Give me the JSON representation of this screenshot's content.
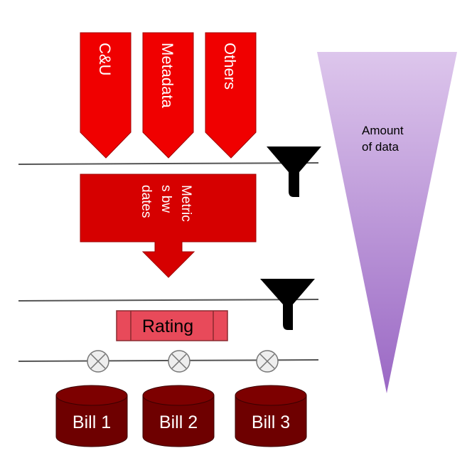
{
  "sources": [
    {
      "label": "C&U"
    },
    {
      "label": "Metadata"
    },
    {
      "label": "Others"
    }
  ],
  "metrics_box": {
    "label_line1": "Metric",
    "label_line2": "s bw",
    "label_line3": "dates"
  },
  "rating_box": {
    "label": "Rating"
  },
  "bills": [
    {
      "label": "Bill 1"
    },
    {
      "label": "Bill 2"
    },
    {
      "label": "Bill 3"
    }
  ],
  "volume_triangle": {
    "label_line1": "Amount",
    "label_line2": "of data"
  },
  "colors": {
    "source_red": "#f00000",
    "metrics_red": "#d60000",
    "rating_fill": "#e84a5a",
    "bill_fill": "#6e0000",
    "funnel": "#000000",
    "triangle_top": "#ddc6ec",
    "triangle_bottom": "#9a68c4"
  }
}
